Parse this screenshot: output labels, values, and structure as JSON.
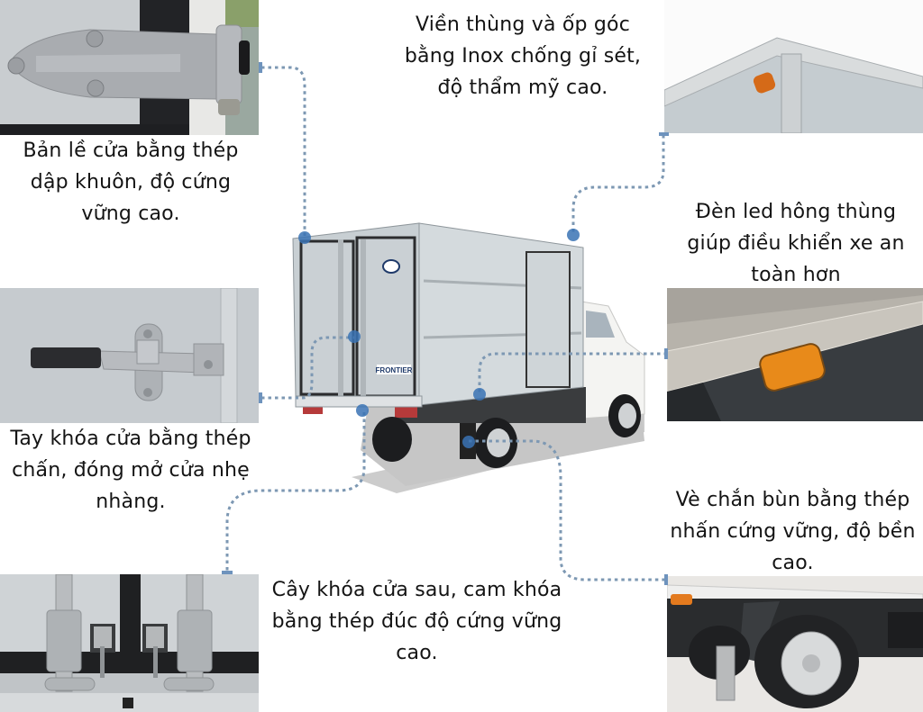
{
  "infographic": {
    "accent_dot_color": "#3a73b4",
    "connector_color": "#7d98b3",
    "features": [
      {
        "id": "hinge",
        "caption_lines": [
          "Bản lề cửa bằng thép",
          "dập khuôn, độ cứng",
          "vững cao."
        ],
        "photo": "door-hinge-photo"
      },
      {
        "id": "frame",
        "caption_lines": [
          "Viền thùng và ốp góc",
          "bằng Inox chống gỉ sét,",
          "độ thẩm mỹ cao."
        ],
        "photo": "box-corner-trim-photo"
      },
      {
        "id": "led",
        "caption_lines": [
          "Đèn led hông thùng",
          "giúp điều khiển xe an",
          "toàn hơn"
        ],
        "photo": "side-led-light-photo"
      },
      {
        "id": "handle",
        "caption_lines": [
          "Tay khóa cửa bằng thép",
          "chấn, đóng mở cửa nhẹ",
          "nhàng."
        ],
        "photo": "door-lock-handle-photo"
      },
      {
        "id": "mudguard",
        "caption_lines": [
          "Vè chắn bùn bằng thép",
          "nhấn cứng vững, độ bền",
          "cao."
        ],
        "photo": "mudguard-wheel-photo"
      },
      {
        "id": "rear-lock",
        "caption_lines": [
          "Cây khóa cửa sau, cam khóa",
          "bằng thép đúc độ cứng vững",
          "cao."
        ],
        "photo": "rear-door-lock-bars-photo"
      }
    ],
    "truck": {
      "brand_label": "FRONTIER"
    }
  }
}
